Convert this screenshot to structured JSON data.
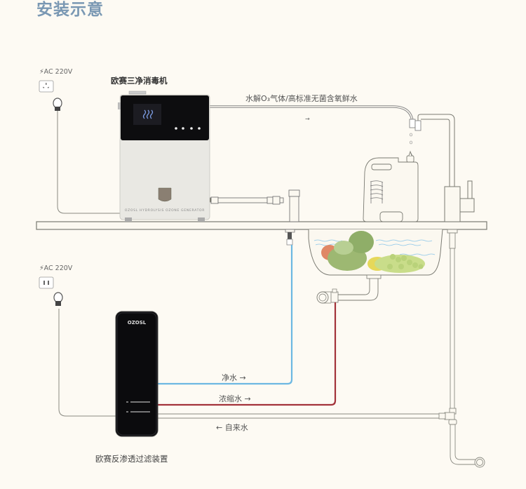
{
  "title": "安装示意",
  "power_top": {
    "label": "AC 220V"
  },
  "power_bottom": {
    "label": "AC 220V"
  },
  "ozone_machine": {
    "name": "欧赛三净消毒机",
    "front_text": "OZOSL HYDROLYSIS OZONE GENERATOR"
  },
  "outlet_line_label": "水解O₃气体/高标准无菌含氧鲜水",
  "ro_device": {
    "name": "欧赛反渗透过滤装置",
    "brand": "OZOSL"
  },
  "pipes": {
    "pure_water": "净水 →",
    "concentrate_water": "浓缩水 →",
    "tap_water": "← 自来水"
  },
  "colors": {
    "title": "#7a98b3",
    "pure_water_pipe": "#6db8e2",
    "concentrate_pipe": "#a3333a",
    "outline": "#7a7a72"
  }
}
